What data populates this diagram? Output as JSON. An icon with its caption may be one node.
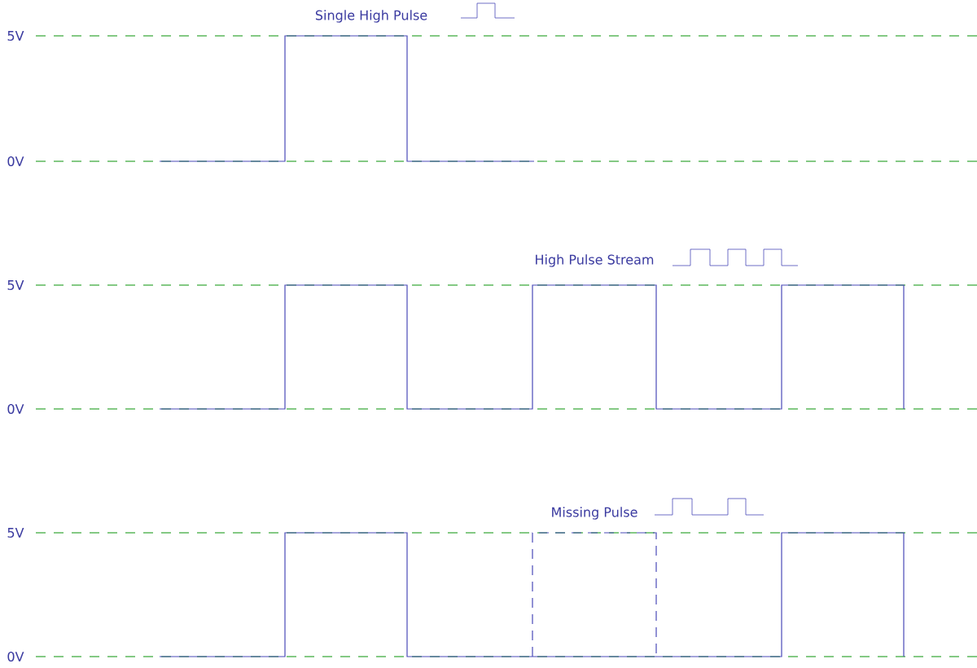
{
  "diagram": {
    "labels": [
      "Single High Pulse",
      "5V",
      "0V",
      "High Pulse Stream",
      "5V",
      "0V",
      "Missing Pulse",
      "5V",
      "0V"
    ]
  }
}
